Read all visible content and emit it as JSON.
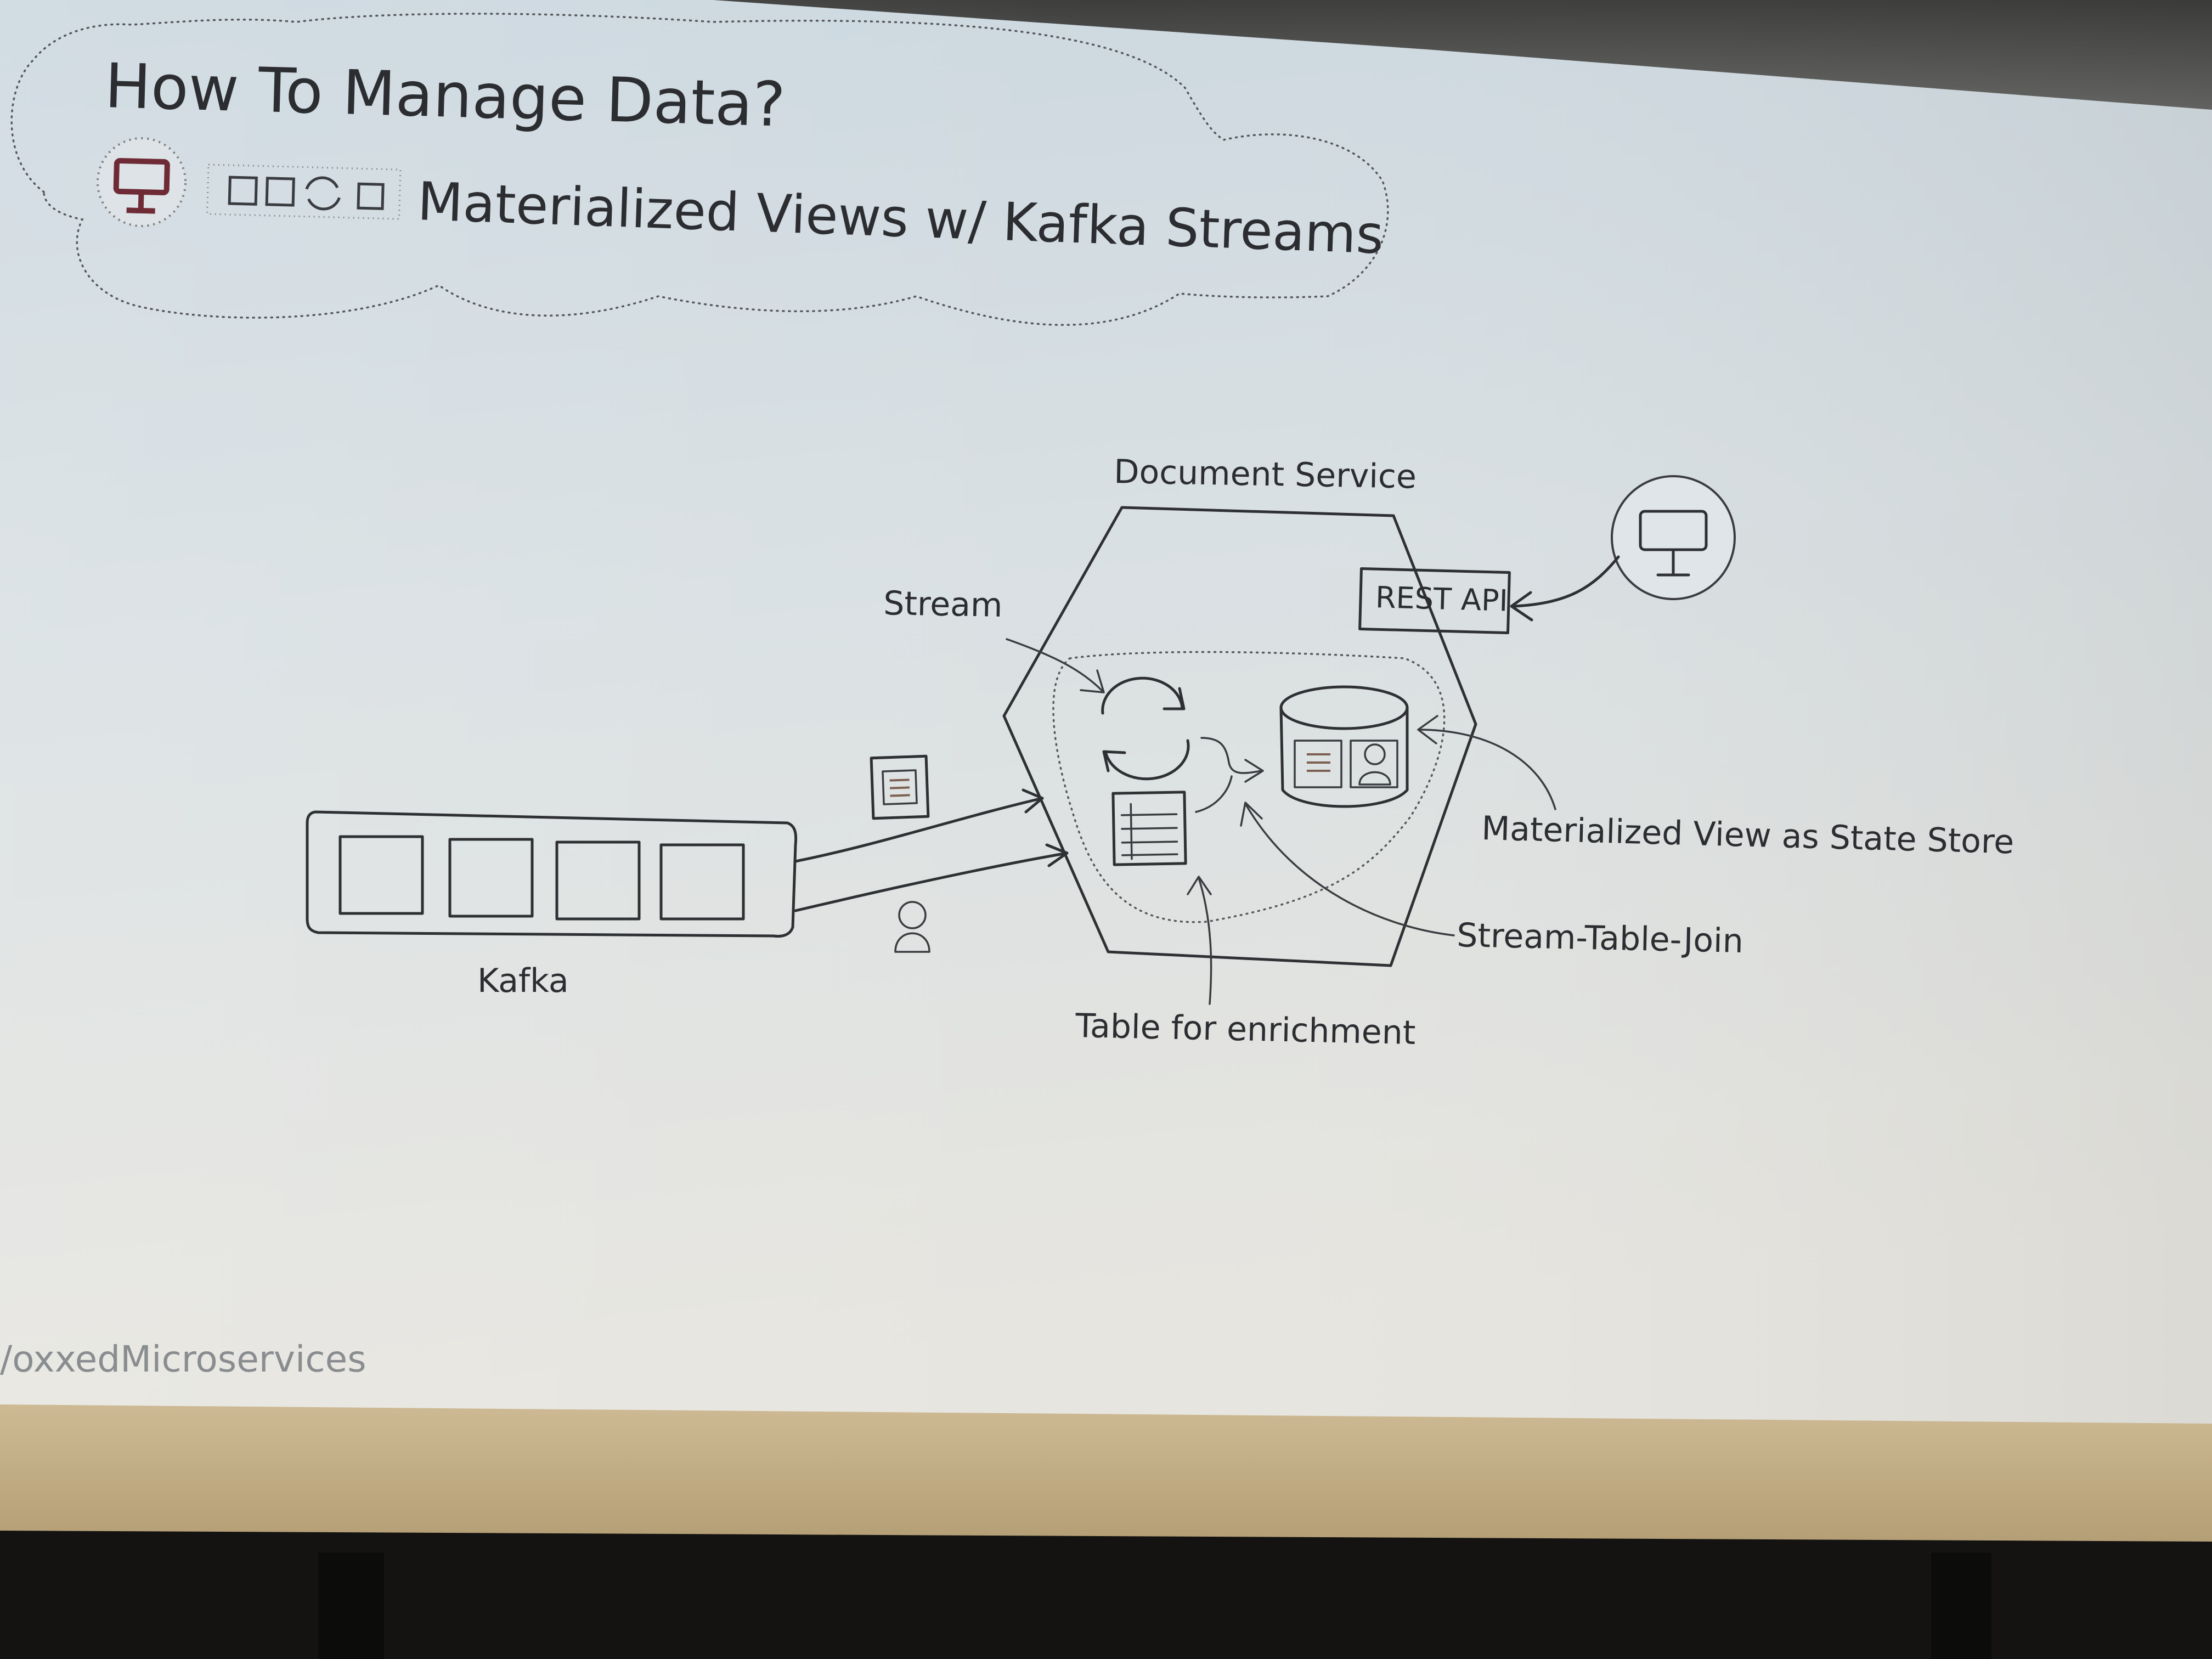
{
  "slide": {
    "title": "How To Manage Data?",
    "subtitle": "Materialized Views w/ Kafka Streams",
    "footer_handle": "/oxxedMicroservices"
  },
  "diagram": {
    "service_label": "Document Service",
    "rest_api_label": "REST API",
    "stream_label": "Stream",
    "kafka_label": "Kafka",
    "materialized_view_label": "Materialized View as State Store",
    "join_label": "Stream-Table-Join",
    "table_label": "Table for enrichment"
  },
  "icons": {
    "title_badge": "monitor-icon",
    "title_steps": "process-steps-icon",
    "client": "monitor-icon",
    "stream_processor": "refresh-cycle-icon",
    "table": "table-icon",
    "state_store": "database-icon",
    "document": "document-icon",
    "person": "person-icon"
  },
  "colors": {
    "screen_top": "#d3dde3",
    "screen_bottom": "#e6e4df",
    "wall": "#c8b48e",
    "stage": "#1a1916",
    "ink": "#2e3033",
    "accent": "#6e2b35"
  }
}
